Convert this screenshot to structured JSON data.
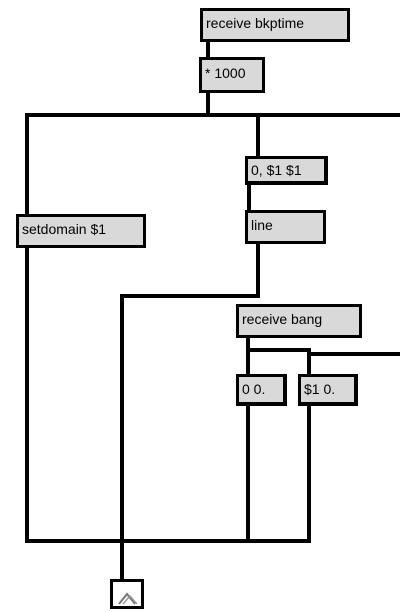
{
  "patch": {
    "objects": {
      "receive_bkptime": "receive bkptime",
      "multiply": "* 1000",
      "message_zero_pair": "0, $1 $1",
      "line": "line",
      "setdomain": "setdomain $1",
      "receive_bang": "receive bang",
      "message_zeros": "0 0.",
      "message_dollar": "$1 0."
    },
    "icons": {
      "bang": "bang-icon"
    }
  }
}
